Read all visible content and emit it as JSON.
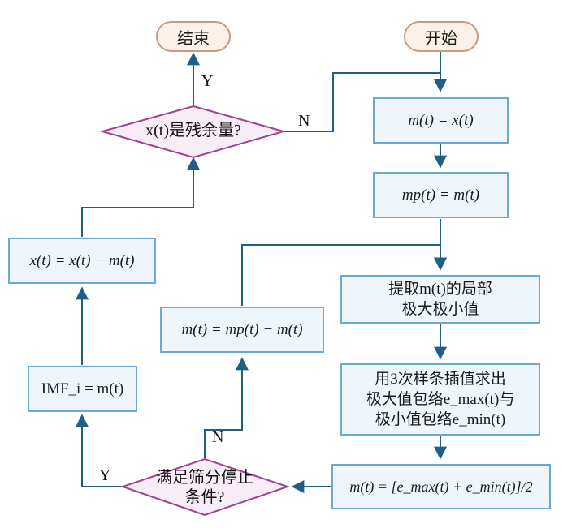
{
  "terminals": {
    "start": "开始",
    "end": "结束"
  },
  "boxes": {
    "m_eq_x": "m(t) = x(t)",
    "mp_eq_m": "mp(t) = m(t)",
    "extrema_line1": "提取m(t)的局部",
    "extrema_line2": "极大极小值",
    "spline_line1": "用3次样条插值求出",
    "spline_line2": "极大值包络e_max(t)与",
    "spline_line3": "极小值包络e_min(t)",
    "mean": "m(t) = [e_max(t) + e_min(t)]/2",
    "update_m": "m(t) = mp(t) − m(t)",
    "imf": "IMF_i = m(t)",
    "update_x": "x(t) = x(t) − m(t)"
  },
  "decisions": {
    "residual": "x(t)是残余量?",
    "sift_line1": "满足筛分停止",
    "sift_line2": "条件?"
  },
  "edge_labels": {
    "residual_yes": "Y",
    "residual_no": "N",
    "sift_yes": "Y",
    "sift_no": "N"
  },
  "colors": {
    "box_border": "#6aa9d6",
    "box_fill": "#eef6fc",
    "terminal_border": "#c79a7c",
    "terminal_fill": "#fbf1e9",
    "decision_border": "#a2418f",
    "decision_fill": "#f8ecf7",
    "arrow": "#1f5f86"
  }
}
